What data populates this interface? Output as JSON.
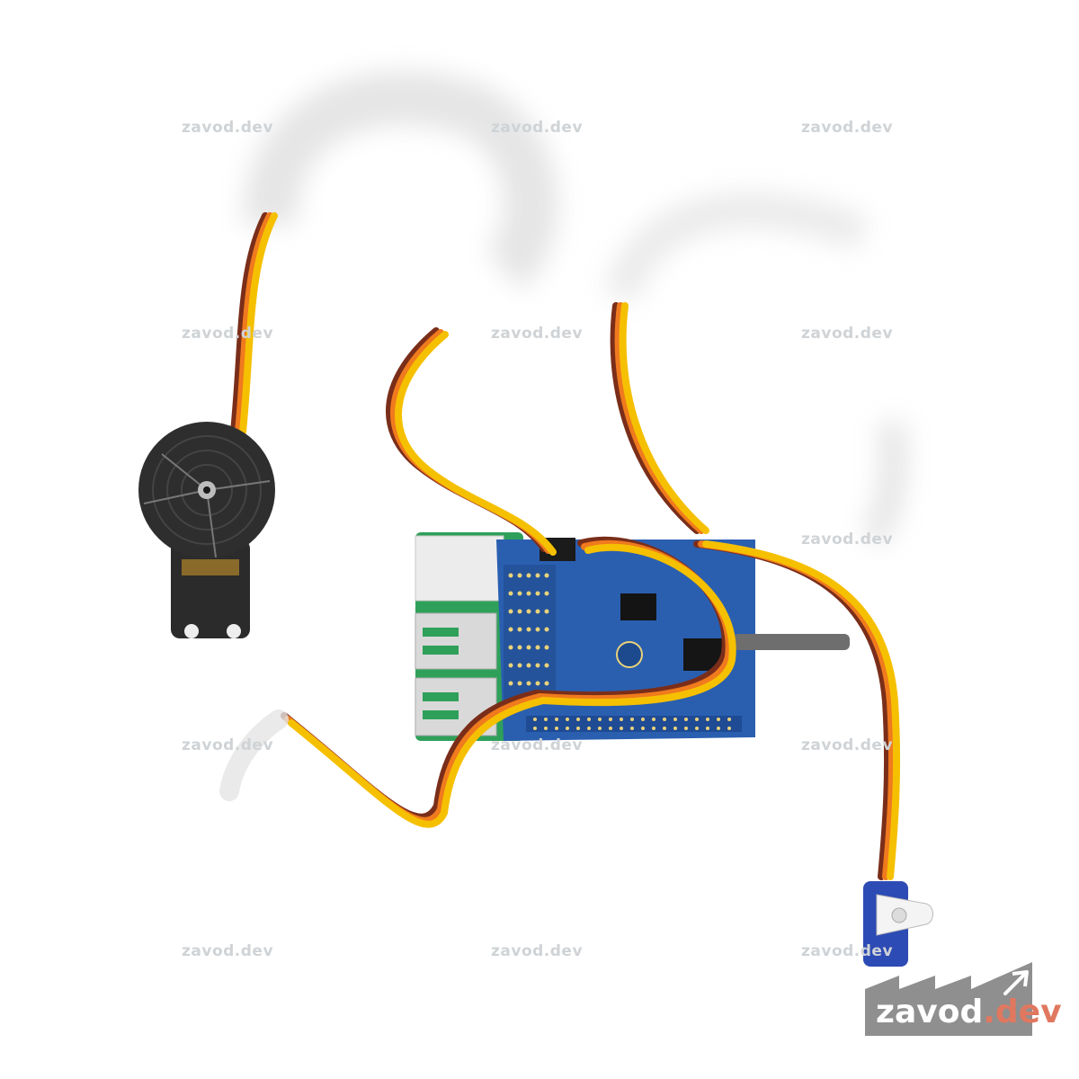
{
  "watermark": {
    "text": "zavod.dev"
  },
  "logo": {
    "name_part1": "zavod",
    "name_part2": ".dev",
    "arrow_icon": "arrow-up-right-icon",
    "colors": {
      "badge": "#8f8f8f",
      "accent": "#e07860",
      "text": "#ffffff"
    }
  },
  "photo": {
    "colors": {
      "board": "#2a5fb0",
      "base_board": "#2fa05a",
      "wire_orange": "#f07a1e",
      "wire_yellow": "#f5c000",
      "wire_brown": "#7a2e1a",
      "servo_dark": "#2b2b2b",
      "servo_blue": "#2d4bb5"
    }
  }
}
